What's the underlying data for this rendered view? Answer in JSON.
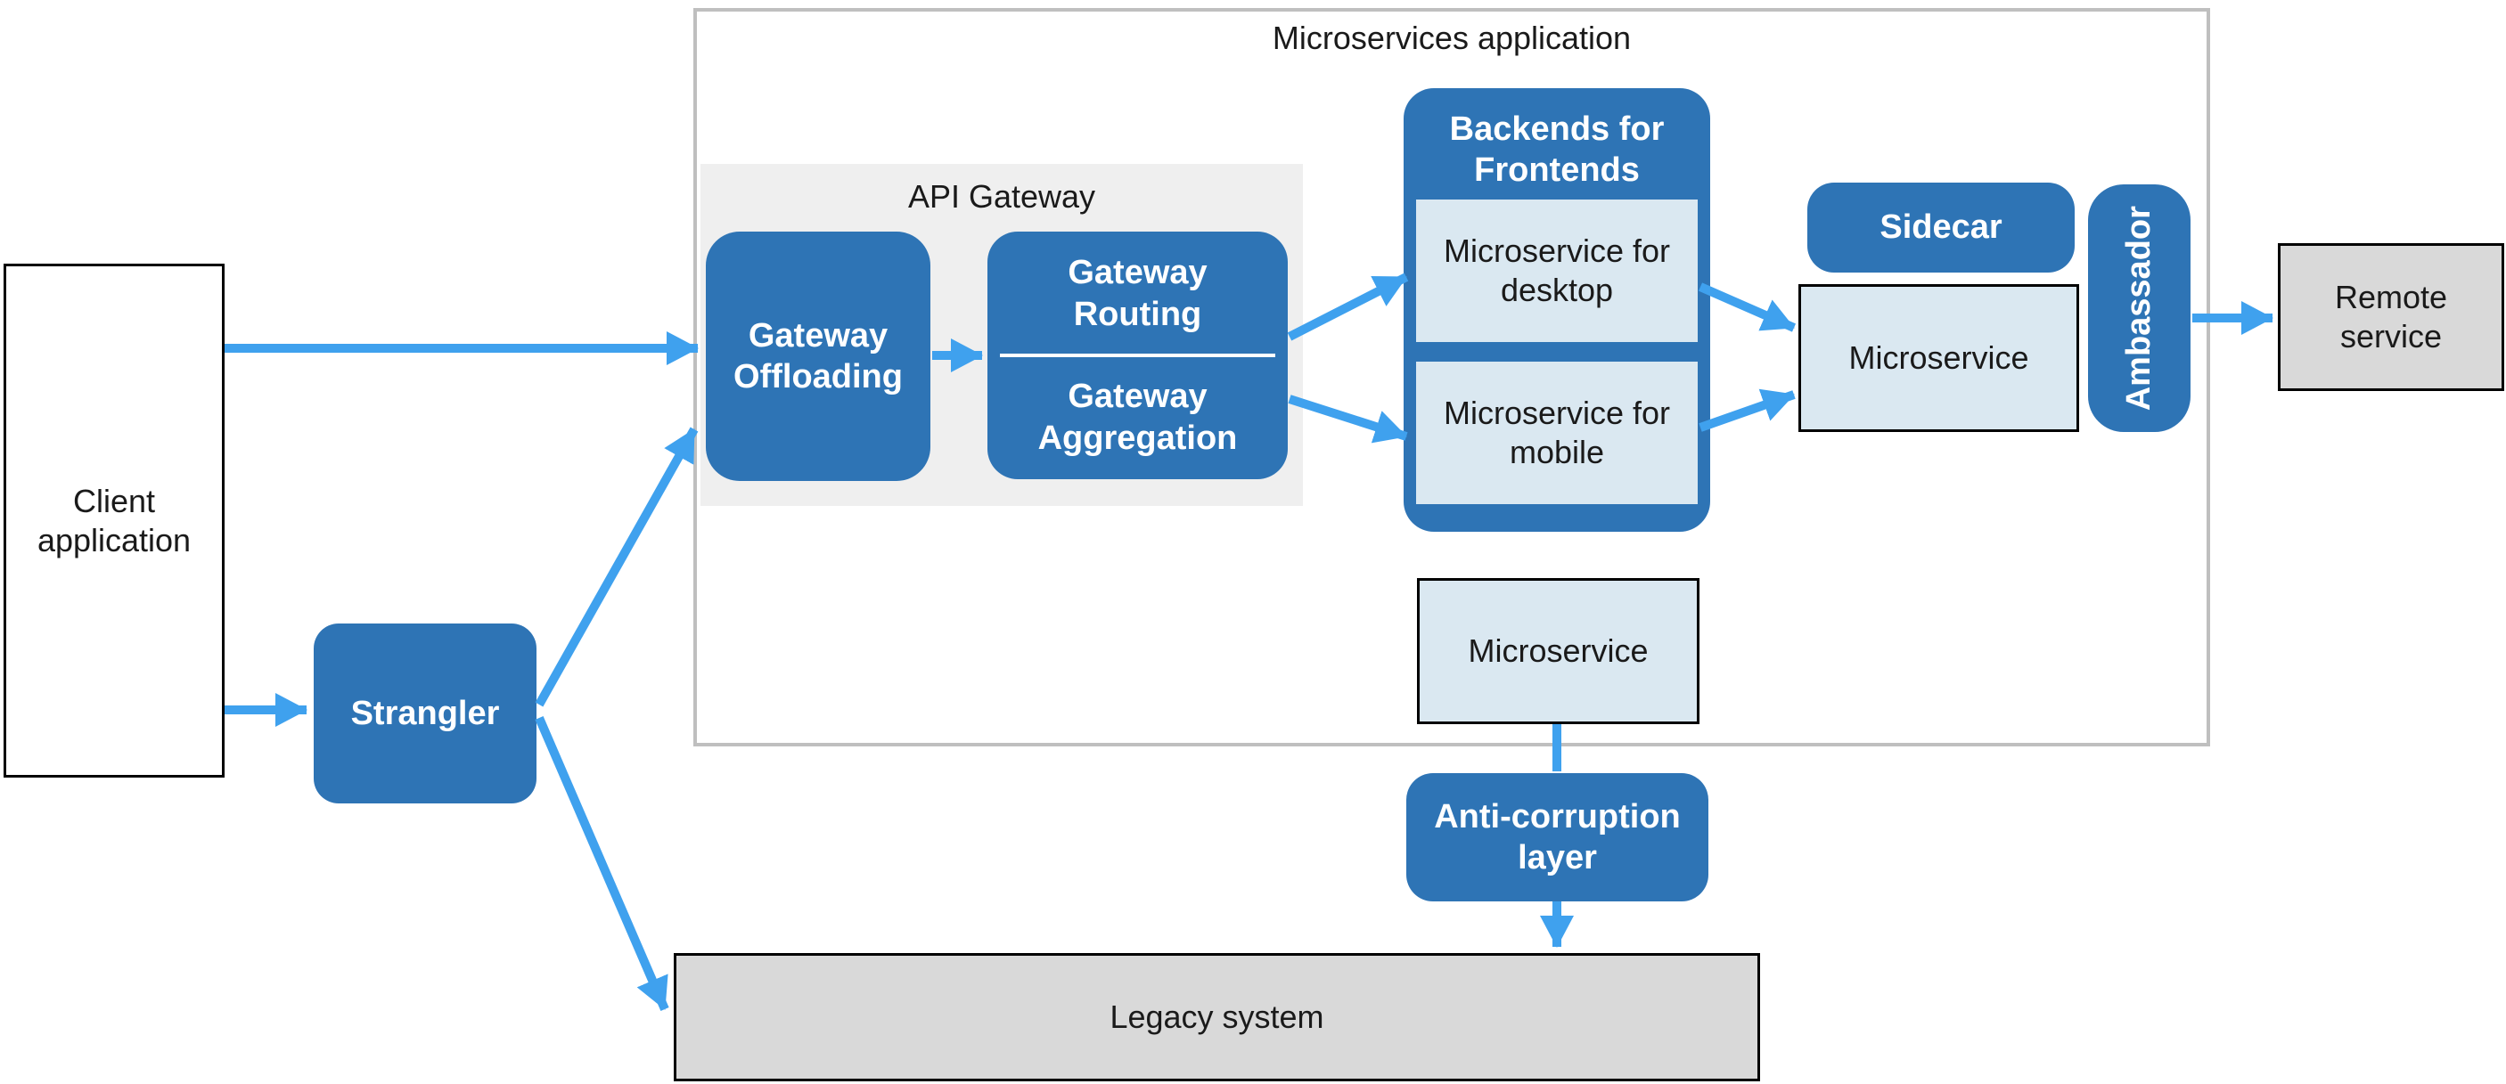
{
  "diagram": {
    "title": "Microservices application",
    "client": {
      "label": "Client application"
    },
    "strangler": {
      "label": "Strangler"
    },
    "api_gateway": {
      "title": "API Gateway",
      "offloading": "Gateway Offloading",
      "routing": "Gateway Routing",
      "aggregation": "Gateway Aggregation"
    },
    "backends_for_frontends": {
      "title": "Backends for Frontends",
      "desktop": "Microservice for desktop",
      "mobile": "Microservice for mobile"
    },
    "sidecar": {
      "label": "Sidecar"
    },
    "sidecar_microservice": {
      "label": "Microservice"
    },
    "ambassador": {
      "label": "Ambassador"
    },
    "remote_service": {
      "label": "Remote service"
    },
    "middle_microservice": {
      "label": "Microservice"
    },
    "anti_corruption_layer": {
      "label": "Anti-corruption layer"
    },
    "legacy_system": {
      "label": "Legacy system"
    }
  },
  "colors": {
    "box_blue": "#2E74B5",
    "arrow_blue": "#3FA1EE",
    "box_light_blue": "#DAE8F1",
    "box_gray": "#D9D9D9",
    "container_border": "#BFBFBF",
    "api_backdrop": "#EFEFEF",
    "text_dark": "#1a1a1a",
    "text_light": "#ffffff"
  }
}
